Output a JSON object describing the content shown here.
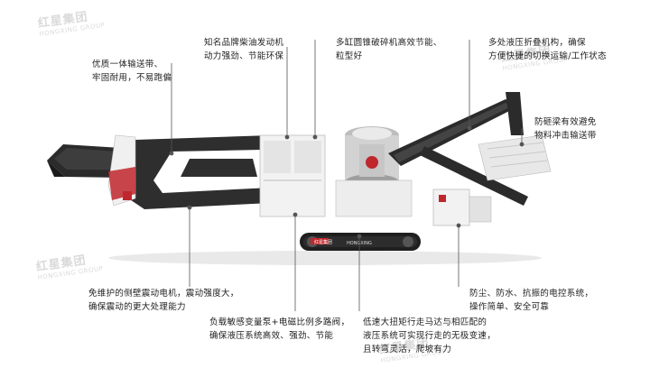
{
  "watermark": {
    "brand": "红星集团",
    "sub": "HONGXING GROUP"
  },
  "machine": {
    "plate_left": "红星集团",
    "plate_center": "HONGXING",
    "colors": {
      "body": "#f2f2f2",
      "frame": "#2b2b2b",
      "accent": "#c0272d",
      "shadow": "#8a8a8a"
    }
  },
  "callouts": [
    {
      "id": "conveyor",
      "lines": [
        "优质一体输送带、",
        "牢固耐用，不易跑偏"
      ]
    },
    {
      "id": "engine",
      "lines": [
        "知名品牌柴油发动机",
        "动力强劲、节能环保"
      ]
    },
    {
      "id": "crusher",
      "lines": [
        "多缸圆锥破碎机高效节能、",
        "粒型好"
      ]
    },
    {
      "id": "hydraulic-fold",
      "lines": [
        "多处液压折叠机构，确保",
        "方便快捷的切换运输/工作状态"
      ]
    },
    {
      "id": "magnet-beam",
      "lines": [
        "防砸梁有效避免",
        "物料冲击输送带"
      ]
    },
    {
      "id": "vibrating-motor",
      "lines": [
        "免维护的侧壁震动电机，震动强度大，",
        "确保震动的更大处理能力"
      ]
    },
    {
      "id": "load-sensing",
      "lines": [
        "负载敏感变量泵+电磁比例多路阀，",
        "确保液压系统高效、强劲、节能"
      ]
    },
    {
      "id": "track-drive",
      "lines": [
        "低速大扭矩行走马达与相匹配的",
        "液压系统可实现行走的无极变速，",
        "且转弯灵活，爬坡有力"
      ]
    },
    {
      "id": "control-system",
      "lines": [
        "防尘、防水、抗振的电控系统，",
        "操作简单、安全可靠"
      ]
    }
  ]
}
